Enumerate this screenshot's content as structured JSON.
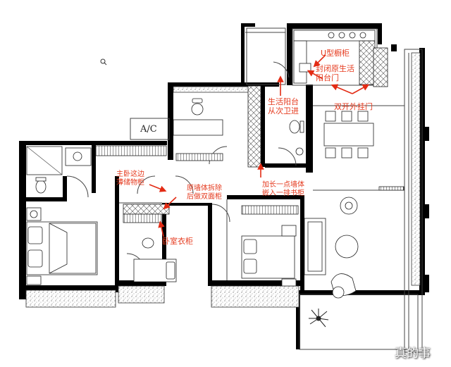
{
  "ac_label": "A/C",
  "annotations": {
    "u_cabinet": "U型橱柜",
    "seal_balcony_door": "封闭原生活\n阳台门",
    "double_door": "双开外挂门",
    "service_balcony": "生活阳台\n从次卫进",
    "master_storage": "主卧这边\n薄储物柜",
    "remove_wall": "原墙体拆除\n后做双面柜",
    "extend_wall": "加长一点墙体\n嵌入一排书柜",
    "bedroom_wardrobe": "卧室衣柜"
  },
  "watermark": "真的事",
  "colors": {
    "wall": "#000000",
    "annotation": "#e53a1e",
    "arrow": "#e32b14",
    "line": "#444444"
  }
}
